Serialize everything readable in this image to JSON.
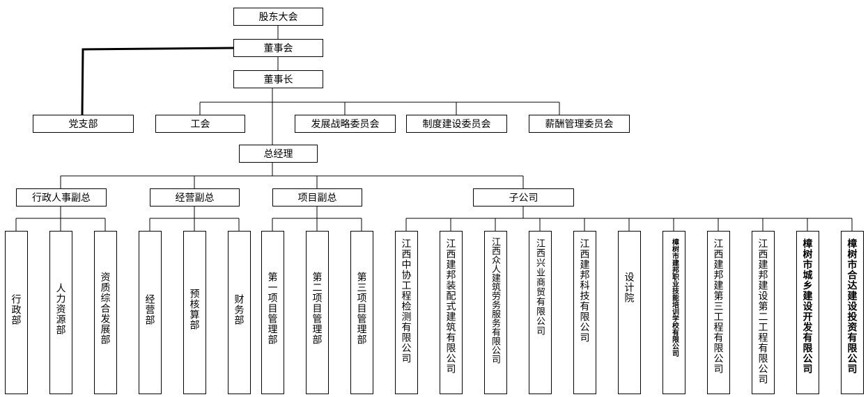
{
  "top": {
    "shareholders": "股东大会",
    "board": "董事会",
    "chairman": "董事长"
  },
  "committees": {
    "party": "党支部",
    "union": "工会",
    "strategy": "发展战略委员会",
    "system": "制度建设委员会",
    "salary": "薪酬管理委员会"
  },
  "gm": "总经理",
  "vps": {
    "admin_hr": "行政人事副总",
    "operations": "经营副总",
    "project": "项目副总",
    "subsidiaries": "子公司"
  },
  "departments": {
    "admin": "行政部",
    "hr": "人力资源部",
    "qualification": "资质综合发展部",
    "operations": "经营部",
    "budget": "预核算部",
    "finance": "财务部",
    "pm1": "第一项目管理部",
    "pm2": "第二项目管理部",
    "pm3": "第三项目管理部"
  },
  "companies": {
    "c1": "江西中协工程检测有限公司",
    "c2": "江西建邦装配式建筑有限公司",
    "c3": "江西众人建筑劳务服务有限公司",
    "c4": "江西兴业商贸有限公司",
    "c5": "江西建邦科技有限公司",
    "c6": "设计院",
    "c7": "樟树市建邦职业技能培训学校有限公司",
    "c8": "江西建邦建第三工程有限公司",
    "c9": "江西建邦建设第二工程有限公司",
    "c10": "樟树市城乡建设开发有限公司",
    "c11": "樟树市合达建设投资有限公司"
  }
}
